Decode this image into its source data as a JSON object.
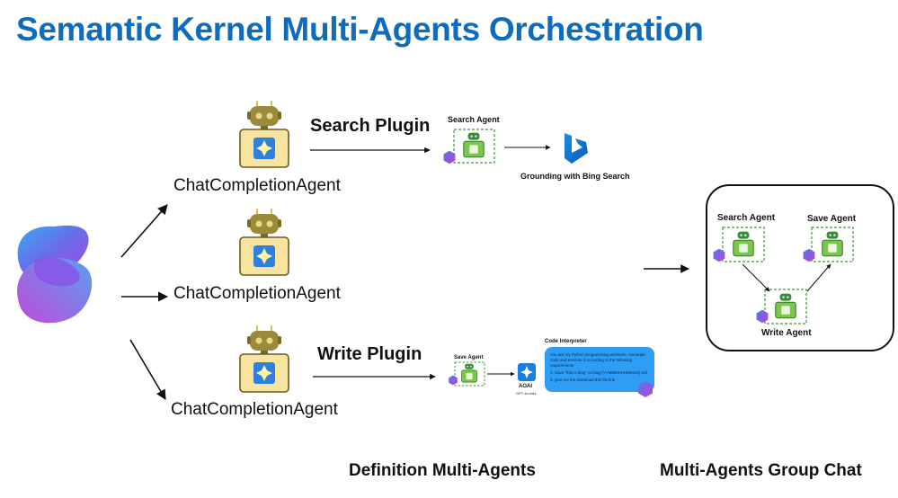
{
  "title": "Semantic Kernel Multi-Agents Orchestration",
  "agents": [
    {
      "label": "ChatCompletionAgent"
    },
    {
      "label": "ChatCompletionAgent"
    },
    {
      "label": "ChatCompletionAgent"
    }
  ],
  "plugins": {
    "search": "Search Plugin",
    "write": "Write Plugin"
  },
  "search_flow": {
    "agent_label": "Search Agent",
    "target_label": "Grounding with Bing Search"
  },
  "write_flow": {
    "agent_label": "Save Agent",
    "aoai_label": "AOAI",
    "aoai_model": "GPT-4o-mini",
    "code_interpreter_label": "Code Interpreter",
    "bubble_lines": [
      "You are my Python programming assistant. Generate",
      "code and execute it according to the following",
      "requirements",
      "1. Save \"this is blog\" to blog-{YYMMDDHHMMSS}.md",
      "2. give me the download this file link"
    ]
  },
  "group_chat": {
    "search_agent": "Search Agent",
    "save_agent": "Save Agent",
    "write_agent": "Write Agent"
  },
  "footer": {
    "left": "Definition Multi-Agents",
    "right": "Multi-Agents Group Chat"
  },
  "colors": {
    "title": "#0f6cbd",
    "robot_head": "#9a8a3a",
    "robot_body": "#f8e3a0",
    "bubble": "#2f9df4",
    "dash": "#3a9a3a",
    "sk_logo_top": "#3aa0f0",
    "sk_logo_bottom": "#a040e0"
  }
}
